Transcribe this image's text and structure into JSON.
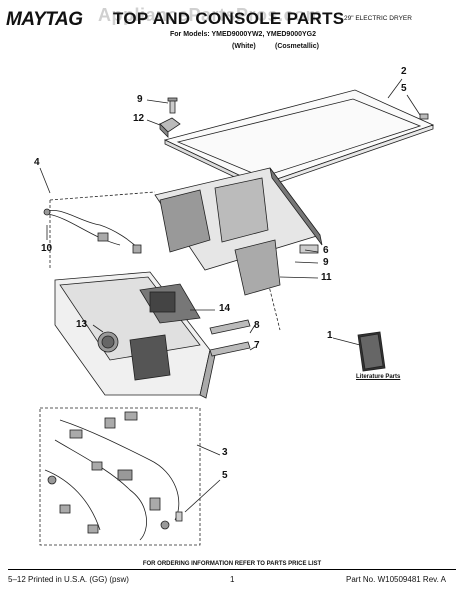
{
  "header": {
    "brand": "MAYTAG",
    "title": "TOP AND CONSOLE PARTS",
    "watermark": "AppliancePartsPros.com",
    "product": "29\" ELECTRIC DRYER",
    "models_line": "For Models: YMED9000YW2, YMED9000YG2",
    "variant_white": "(White)",
    "variant_cosmetallic": "(Cosmetallic)"
  },
  "callouts": {
    "c2": "2",
    "c5a": "5",
    "c9a": "9",
    "c12": "12",
    "c4": "4",
    "c10": "10",
    "c6": "6",
    "c9b": "9",
    "c11": "11",
    "c14": "14",
    "c13": "13",
    "c8": "8",
    "c7": "7",
    "c1": "1",
    "c3": "3",
    "c5b": "5"
  },
  "literature_label": "Literature Parts",
  "order_info": "FOR ORDERING INFORMATION REFER TO PARTS PRICE LIST",
  "footer": {
    "printed": "5–12 Printed in U.S.A. (GG) (psw)",
    "page": "1",
    "part_no": "Part No. W10509481 Rev. A"
  }
}
